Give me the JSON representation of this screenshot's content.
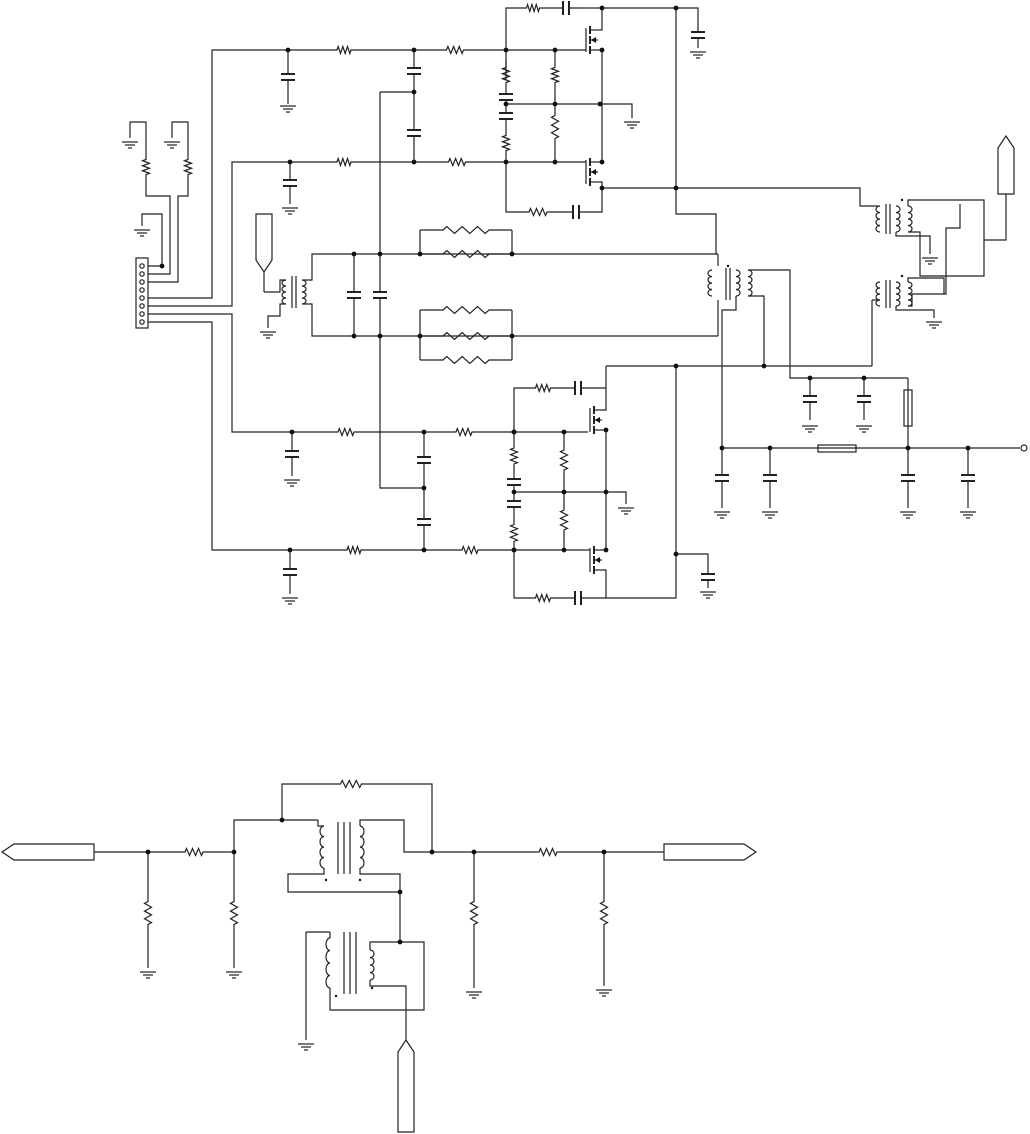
{
  "diagram": {
    "kind": "circuit-schematic",
    "sections": [
      "rf-amplifier-schematic",
      "hybrid-combiner-schematic"
    ],
    "colors": {
      "line": "#222222",
      "background": "#ffffff"
    },
    "icons": [
      "resistor-icon",
      "capacitor-icon",
      "ground-icon",
      "transformer-icon",
      "mosfet-icon",
      "connector-icon",
      "port-arrow-icon",
      "rf-output-terminal-icon",
      "coax-line-icon"
    ]
  }
}
